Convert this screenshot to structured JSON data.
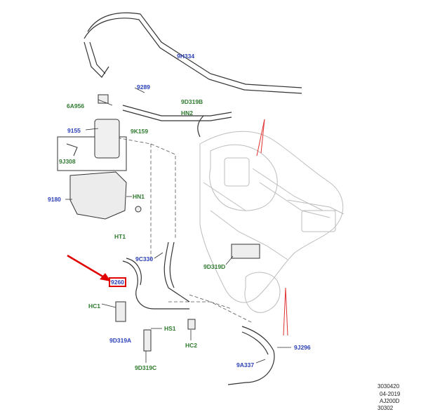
{
  "colors": {
    "callout_green": "#2f7a2f",
    "callout_blue": "#2a3fb8",
    "highlight_red": "#e00000",
    "line": "#333333",
    "faded": "#bdbdbd"
  },
  "callouts": {
    "9H334": "9H334",
    "9289": "9289",
    "9D319B": "9D319B",
    "HN2": "HN2",
    "6A956": "6A956",
    "9155": "9155",
    "9K159": "9K159",
    "9J308": "9J308",
    "9180": "9180",
    "HN1": "HN1",
    "HT1": "HT1",
    "9C330": "9C330",
    "9D319D": "9D319D",
    "9260": "9260",
    "HC1": "HC1",
    "HS1": "HS1",
    "9D319A": "9D319A",
    "HC2": "HC2",
    "9D319C": "9D319C",
    "9J296": "9J296",
    "9A337": "9A337"
  },
  "reference": {
    "code": "3030420",
    "date": "04-2019",
    "model": "AJ200D",
    "extra": "30302"
  }
}
